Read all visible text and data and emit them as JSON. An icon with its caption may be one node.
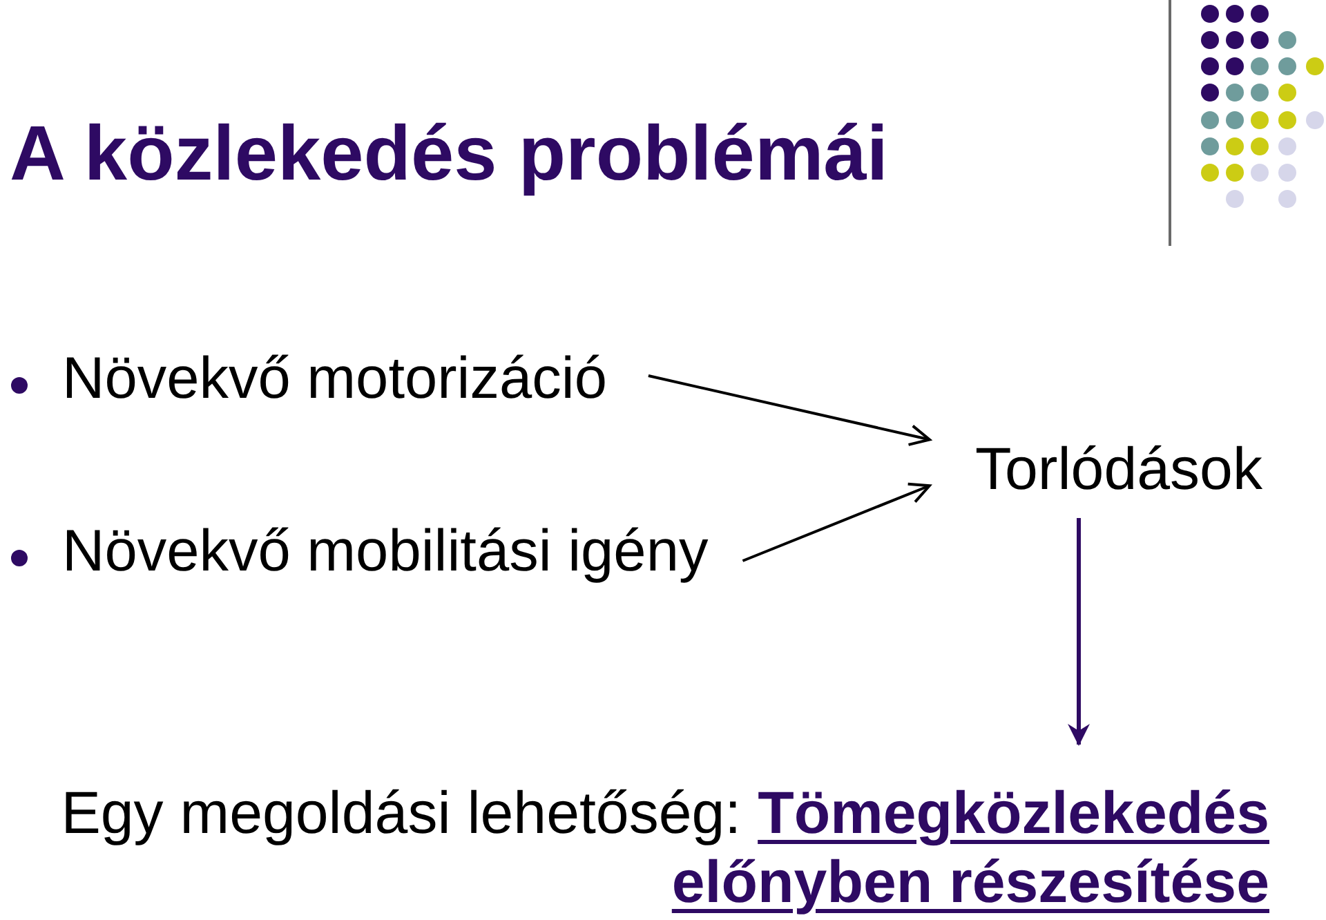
{
  "diagram": {
    "title": "A közlekedés problémái",
    "nodes": [
      {
        "text": [
          "Növekvő motorizáció"
        ]
      },
      {
        "text": [
          "Növekvő mobilitási igény"
        ]
      },
      {
        "text": [
          "Torlódások"
        ]
      },
      {
        "text": [
          "Egy megoldási lehetőség: **Tömegközlekedés előnyben részesítése**"
        ]
      }
    ],
    "edges": [
      {
        "from": 0,
        "to": 2,
        "arrow": "to"
      },
      {
        "from": 1,
        "to": 2,
        "arrow": "to"
      },
      {
        "from": 2,
        "to": 3,
        "arrow": "to",
        "color": "#2e0a63"
      }
    ]
  }
}
